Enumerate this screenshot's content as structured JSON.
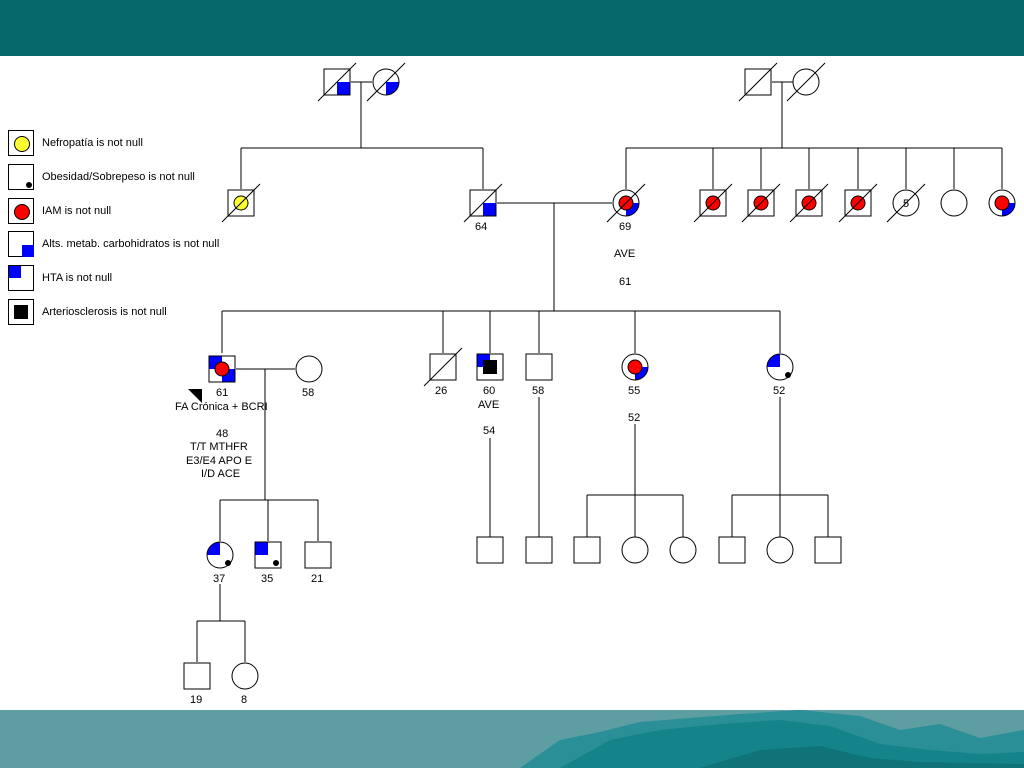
{
  "colors": {
    "header": "#05686a",
    "footer": "#5d9ea2",
    "nefropatia": "#ffff33",
    "iam": "#ff0000",
    "carbohidratos": "#0000ff",
    "hta": "#0000ff",
    "arteriosclerosis": "#000000"
  },
  "legend": [
    {
      "key": "nefropatia",
      "icon": "yellow-circle-icon",
      "label": "Nefropatía is not null"
    },
    {
      "key": "obesidad",
      "icon": "black-dot-icon",
      "label": "Obesidad/Sobrepeso is not null"
    },
    {
      "key": "iam",
      "icon": "red-circle-icon",
      "label": "IAM is not null"
    },
    {
      "key": "carbohidratos",
      "icon": "blue-square-bottom-right-icon",
      "label": "Alts. metab. carbohidratos is not null"
    },
    {
      "key": "hta",
      "icon": "blue-square-top-left-icon",
      "label": "HTA is not null"
    },
    {
      "key": "arteriosclerosis",
      "icon": "black-square-icon",
      "label": "Arteriosclerosis is not null"
    }
  ],
  "individuals": [
    {
      "id": "g1_gf_pat",
      "sex": "M",
      "deceased": true,
      "traits": [
        "carbohidratos"
      ],
      "labels": []
    },
    {
      "id": "g1_gm_pat",
      "sex": "F",
      "deceased": true,
      "traits": [
        "carbohidratos"
      ],
      "labels": []
    },
    {
      "id": "g1_gf_mat",
      "sex": "M",
      "deceased": true,
      "traits": [],
      "labels": []
    },
    {
      "id": "g1_gm_mat",
      "sex": "F",
      "deceased": true,
      "traits": [],
      "labels": []
    },
    {
      "id": "g2_pat_sib",
      "sex": "M",
      "deceased": true,
      "traits": [
        "nefropatia"
      ],
      "labels": []
    },
    {
      "id": "g2_father",
      "sex": "M",
      "deceased": true,
      "traits": [
        "carbohidratos"
      ],
      "labels": [
        "64"
      ]
    },
    {
      "id": "g2_mother",
      "sex": "F",
      "deceased": true,
      "traits": [
        "iam",
        "carbohidratos"
      ],
      "labels": [
        "69",
        "AVE",
        "61"
      ]
    },
    {
      "id": "g2_mat_sib1",
      "sex": "M",
      "deceased": true,
      "traits": [
        "iam"
      ],
      "labels": []
    },
    {
      "id": "g2_mat_sib2",
      "sex": "M",
      "deceased": true,
      "traits": [
        "iam"
      ],
      "labels": []
    },
    {
      "id": "g2_mat_sib3",
      "sex": "M",
      "deceased": true,
      "traits": [
        "iam"
      ],
      "labels": []
    },
    {
      "id": "g2_mat_sib4",
      "sex": "M",
      "deceased": true,
      "traits": [
        "iam"
      ],
      "labels": []
    },
    {
      "id": "g2_mat_sibs_group",
      "sex": "F",
      "deceased": true,
      "traits": [],
      "count": "5",
      "labels": []
    },
    {
      "id": "g2_mat_sib6",
      "sex": "F",
      "deceased": false,
      "traits": [],
      "labels": []
    },
    {
      "id": "g2_mat_sib7",
      "sex": "F",
      "deceased": false,
      "traits": [
        "iam",
        "carbohidratos"
      ],
      "labels": []
    },
    {
      "id": "g3_proband",
      "sex": "M",
      "deceased": false,
      "proband": true,
      "traits": [
        "hta",
        "iam",
        "carbohidratos"
      ],
      "labels": [
        "61",
        "FA Crónica + BCRI",
        "48",
        "T/T MTHFR",
        "E3/E4 APO E",
        "I/D ACE"
      ]
    },
    {
      "id": "g3_spouse",
      "sex": "F",
      "deceased": false,
      "traits": [],
      "labels": [
        "58"
      ]
    },
    {
      "id": "g3_sib1",
      "sex": "M",
      "deceased": true,
      "traits": [],
      "labels": [
        "26"
      ]
    },
    {
      "id": "g3_sib2",
      "sex": "M",
      "deceased": false,
      "traits": [
        "hta",
        "arteriosclerosis"
      ],
      "labels": [
        "60",
        "AVE",
        "54"
      ]
    },
    {
      "id": "g3_sib3",
      "sex": "M",
      "deceased": false,
      "traits": [],
      "labels": [
        "58"
      ]
    },
    {
      "id": "g3_sib4",
      "sex": "F",
      "deceased": false,
      "traits": [
        "iam",
        "carbohidratos"
      ],
      "labels": [
        "55",
        "52"
      ]
    },
    {
      "id": "g3_sib5",
      "sex": "F",
      "deceased": false,
      "traits": [
        "hta",
        "obesidad"
      ],
      "labels": [
        "52"
      ]
    },
    {
      "id": "g4_child1",
      "sex": "F",
      "deceased": false,
      "traits": [
        "hta",
        "obesidad"
      ],
      "labels": [
        "37"
      ]
    },
    {
      "id": "g4_child2",
      "sex": "M",
      "deceased": false,
      "traits": [
        "hta",
        "obesidad"
      ],
      "labels": [
        "35"
      ]
    },
    {
      "id": "g4_child3",
      "sex": "M",
      "deceased": false,
      "traits": [],
      "labels": [
        "21"
      ]
    },
    {
      "id": "g4_nephew1",
      "sex": "M",
      "deceased": false,
      "traits": [],
      "labels": []
    },
    {
      "id": "g4_nephew2",
      "sex": "M",
      "deceased": false,
      "traits": [],
      "labels": []
    },
    {
      "id": "g4_niece_a1",
      "sex": "M",
      "deceased": false,
      "traits": [],
      "labels": []
    },
    {
      "id": "g4_niece_a2",
      "sex": "F",
      "deceased": false,
      "traits": [],
      "labels": []
    },
    {
      "id": "g4_niece_a3",
      "sex": "F",
      "deceased": false,
      "traits": [],
      "labels": []
    },
    {
      "id": "g4_niece_b1",
      "sex": "M",
      "deceased": false,
      "traits": [],
      "labels": []
    },
    {
      "id": "g4_niece_b2",
      "sex": "F",
      "deceased": false,
      "traits": [],
      "labels": []
    },
    {
      "id": "g4_niece_b3",
      "sex": "M",
      "deceased": false,
      "traits": [],
      "labels": []
    },
    {
      "id": "g5_grandchild1",
      "sex": "M",
      "deceased": false,
      "traits": [],
      "labels": [
        "19"
      ]
    },
    {
      "id": "g5_grandchild2",
      "sex": "F",
      "deceased": false,
      "traits": [],
      "labels": [
        "8"
      ]
    }
  ]
}
